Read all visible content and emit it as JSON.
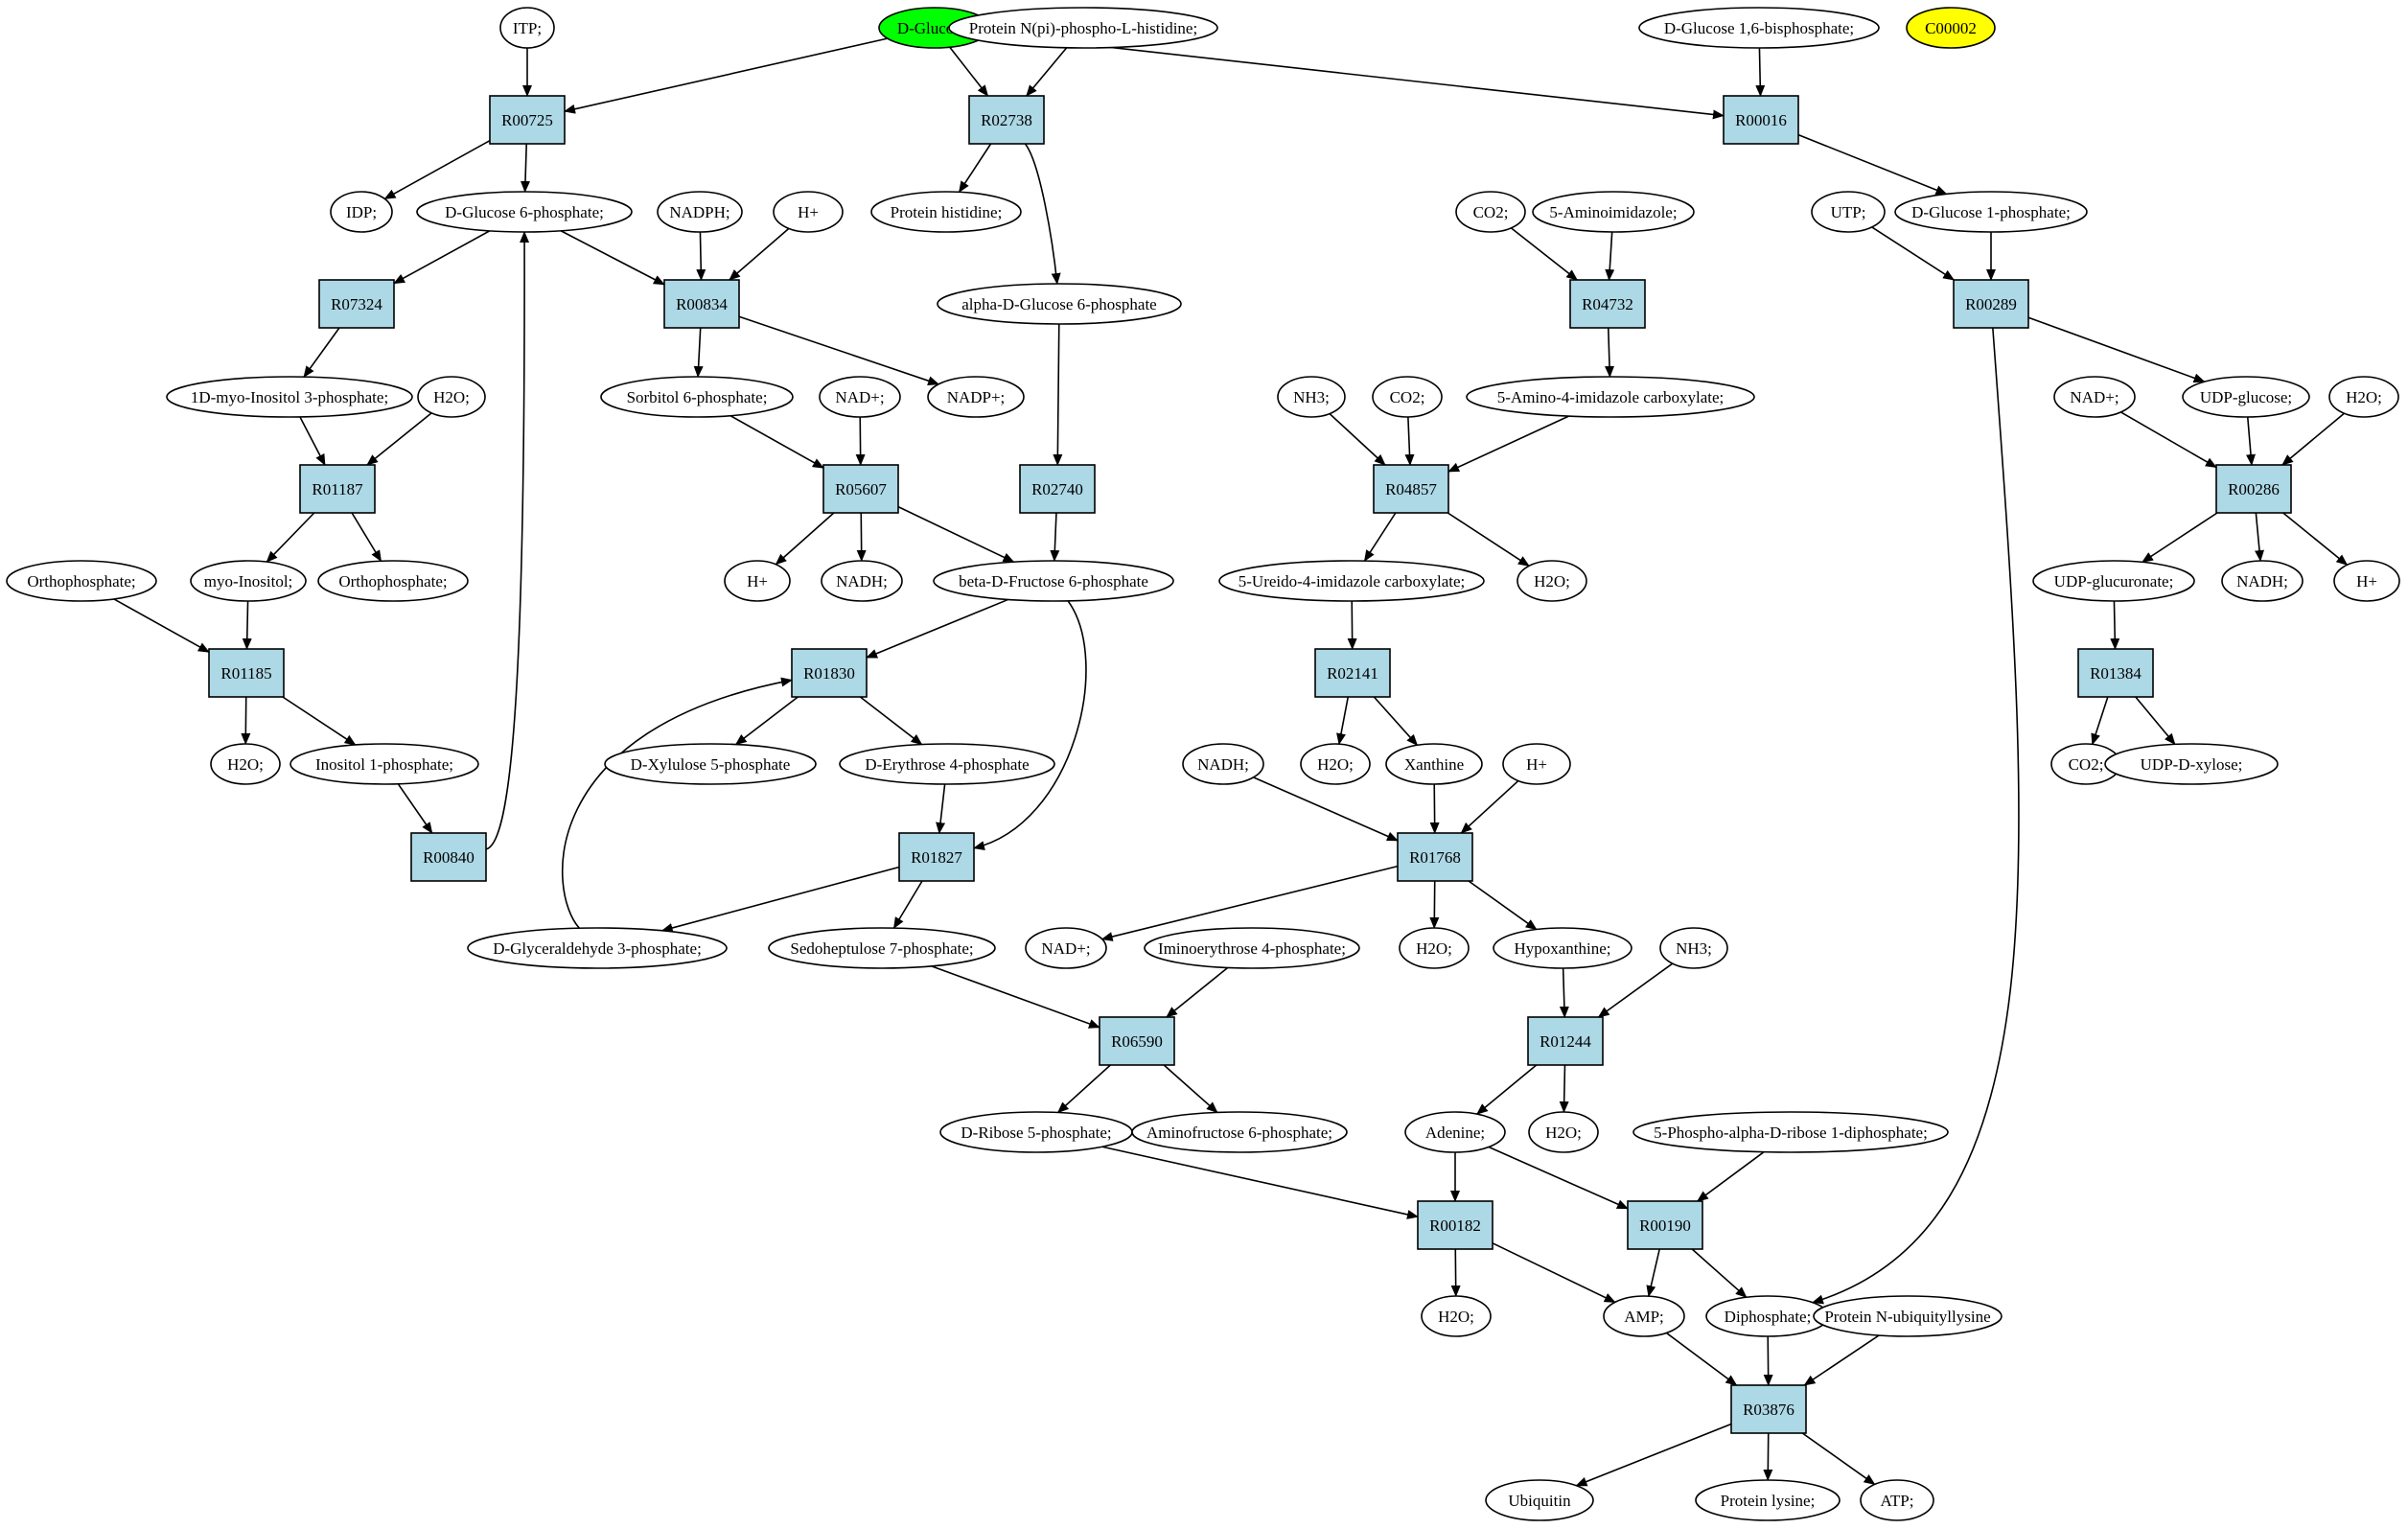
{
  "colors": {
    "reaction_fill": "#add8e6",
    "compound_fill": "#ffffff",
    "start_compound_fill": "#00ff00",
    "highlight_compound_fill": "#ffff00",
    "edge": "#000000"
  },
  "compounds": [
    {
      "id": "itp",
      "label": "ITP;"
    },
    {
      "id": "glc",
      "label": "D-Glucose;",
      "highlight": "start"
    },
    {
      "id": "pnph",
      "label": "Protein N(pi)-phospho-L-histidine;"
    },
    {
      "id": "g16bp",
      "label": "D-Glucose 1,6-bisphosphate;"
    },
    {
      "id": "c00002",
      "label": "C00002",
      "highlight": "query"
    },
    {
      "id": "idp",
      "label": "IDP;"
    },
    {
      "id": "g6p",
      "label": "D-Glucose 6-phosphate;"
    },
    {
      "id": "nadph",
      "label": "NADPH;"
    },
    {
      "id": "h1",
      "label": "H+"
    },
    {
      "id": "phis",
      "label": "Protein histidine;"
    },
    {
      "id": "co2a",
      "label": "CO2;"
    },
    {
      "id": "aminoimid",
      "label": "5-Aminoimidazole;"
    },
    {
      "id": "utp",
      "label": "UTP;"
    },
    {
      "id": "g1p",
      "label": "D-Glucose 1-phosphate;"
    },
    {
      "id": "ag6p",
      "label": "alpha-D-Glucose 6-phosphate"
    },
    {
      "id": "mi3p",
      "label": "1D-myo-Inositol 3-phosphate;"
    },
    {
      "id": "h2o1",
      "label": "H2O;"
    },
    {
      "id": "s6p",
      "label": "Sorbitol 6-phosphate;"
    },
    {
      "id": "nad1",
      "label": "NAD+;"
    },
    {
      "id": "nadp",
      "label": "NADP+;"
    },
    {
      "id": "nh3a",
      "label": "NH3;"
    },
    {
      "id": "co2b",
      "label": "CO2;"
    },
    {
      "id": "aic",
      "label": "5-Amino-4-imidazole carboxylate;"
    },
    {
      "id": "nad2",
      "label": "NAD+;"
    },
    {
      "id": "udpg",
      "label": "UDP-glucose;"
    },
    {
      "id": "h2o2",
      "label": "H2O;"
    },
    {
      "id": "ortho1",
      "label": "Orthophosphate;"
    },
    {
      "id": "myoino",
      "label": "myo-Inositol;"
    },
    {
      "id": "ortho2",
      "label": "Orthophosphate;"
    },
    {
      "id": "h2",
      "label": "H+"
    },
    {
      "id": "nadh1",
      "label": "NADH;"
    },
    {
      "id": "bf6p",
      "label": "beta-D-Fructose 6-phosphate"
    },
    {
      "id": "uic",
      "label": "5-Ureido-4-imidazole carboxylate;"
    },
    {
      "id": "h2o3",
      "label": "H2O;"
    },
    {
      "id": "udpgluc",
      "label": "UDP-glucuronate;"
    },
    {
      "id": "nadh2",
      "label": "NADH;"
    },
    {
      "id": "h3",
      "label": "H+"
    },
    {
      "id": "h2o4",
      "label": "H2O;"
    },
    {
      "id": "i1p",
      "label": "Inositol 1-phosphate;"
    },
    {
      "id": "xu5p",
      "label": "D-Xylulose 5-phosphate"
    },
    {
      "id": "e4p",
      "label": "D-Erythrose 4-phosphate"
    },
    {
      "id": "nadh3",
      "label": "NADH;"
    },
    {
      "id": "h2o5",
      "label": "H2O;"
    },
    {
      "id": "xanthine",
      "label": "Xanthine"
    },
    {
      "id": "h4",
      "label": "H+"
    },
    {
      "id": "co2c",
      "label": "CO2;"
    },
    {
      "id": "udpxyl",
      "label": "UDP-D-xylose;"
    },
    {
      "id": "gap",
      "label": "D-Glyceraldehyde 3-phosphate;"
    },
    {
      "id": "s7p",
      "label": "Sedoheptulose 7-phosphate;"
    },
    {
      "id": "nad3",
      "label": "NAD+;"
    },
    {
      "id": "ie4p",
      "label": "Iminoerythrose 4-phosphate;"
    },
    {
      "id": "h2o6",
      "label": "H2O;"
    },
    {
      "id": "hypox",
      "label": "Hypoxanthine;"
    },
    {
      "id": "nh3b",
      "label": "NH3;"
    },
    {
      "id": "r5p",
      "label": "D-Ribose 5-phosphate;"
    },
    {
      "id": "af6p",
      "label": "Aminofructose 6-phosphate;"
    },
    {
      "id": "adenine",
      "label": "Adenine;"
    },
    {
      "id": "h2o7",
      "label": "H2O;"
    },
    {
      "id": "prpp",
      "label": "5-Phospho-alpha-D-ribose 1-diphosphate;"
    },
    {
      "id": "h2o8",
      "label": "H2O;"
    },
    {
      "id": "amp",
      "label": "AMP;"
    },
    {
      "id": "ppi",
      "label": "Diphosphate;"
    },
    {
      "id": "pnub",
      "label": "Protein N-ubiquityllysine"
    },
    {
      "id": "ubiq",
      "label": "Ubiquitin"
    },
    {
      "id": "plys",
      "label": "Protein lysine;"
    },
    {
      "id": "atp",
      "label": "ATP;"
    }
  ],
  "reactions": [
    {
      "id": "R00725",
      "label": "R00725"
    },
    {
      "id": "R02738",
      "label": "R02738"
    },
    {
      "id": "R00016",
      "label": "R00016"
    },
    {
      "id": "R07324",
      "label": "R07324"
    },
    {
      "id": "R00834",
      "label": "R00834"
    },
    {
      "id": "R04732",
      "label": "R04732"
    },
    {
      "id": "R00289",
      "label": "R00289"
    },
    {
      "id": "R01187",
      "label": "R01187"
    },
    {
      "id": "R05607",
      "label": "R05607"
    },
    {
      "id": "R02740",
      "label": "R02740"
    },
    {
      "id": "R04857",
      "label": "R04857"
    },
    {
      "id": "R00286",
      "label": "R00286"
    },
    {
      "id": "R01185",
      "label": "R01185"
    },
    {
      "id": "R01830",
      "label": "R01830"
    },
    {
      "id": "R02141",
      "label": "R02141"
    },
    {
      "id": "R01384",
      "label": "R01384"
    },
    {
      "id": "R00840",
      "label": "R00840"
    },
    {
      "id": "R01827",
      "label": "R01827"
    },
    {
      "id": "R01768",
      "label": "R01768"
    },
    {
      "id": "R06590",
      "label": "R06590"
    },
    {
      "id": "R01244",
      "label": "R01244"
    },
    {
      "id": "R00182",
      "label": "R00182"
    },
    {
      "id": "R00190",
      "label": "R00190"
    },
    {
      "id": "R03876",
      "label": "R03876"
    }
  ],
  "edges": [
    [
      "itp",
      "R00725"
    ],
    [
      "glc",
      "R00725"
    ],
    [
      "R00725",
      "idp"
    ],
    [
      "R00725",
      "g6p"
    ],
    [
      "glc",
      "R02738"
    ],
    [
      "pnph",
      "R02738"
    ],
    [
      "R02738",
      "phis"
    ],
    [
      "R02738",
      "ag6p"
    ],
    [
      "glc",
      "R00016"
    ],
    [
      "g16bp",
      "R00016"
    ],
    [
      "R00016",
      "g1p"
    ],
    [
      "g6p",
      "R07324"
    ],
    [
      "R07324",
      "mi3p"
    ],
    [
      "g6p",
      "R00834"
    ],
    [
      "nadph",
      "R00834"
    ],
    [
      "h1",
      "R00834"
    ],
    [
      "R00834",
      "s6p"
    ],
    [
      "R00834",
      "nadp"
    ],
    [
      "co2a",
      "R04732"
    ],
    [
      "aminoimid",
      "R04732"
    ],
    [
      "R04732",
      "aic"
    ],
    [
      "utp",
      "R00289"
    ],
    [
      "g1p",
      "R00289"
    ],
    [
      "R00289",
      "udpg"
    ],
    [
      "R00289",
      "ppi"
    ],
    [
      "mi3p",
      "R01187"
    ],
    [
      "h2o1",
      "R01187"
    ],
    [
      "R01187",
      "myoino"
    ],
    [
      "R01187",
      "ortho2"
    ],
    [
      "s6p",
      "R05607"
    ],
    [
      "nad1",
      "R05607"
    ],
    [
      "R05607",
      "h2"
    ],
    [
      "R05607",
      "nadh1"
    ],
    [
      "R05607",
      "bf6p"
    ],
    [
      "ag6p",
      "R02740"
    ],
    [
      "R02740",
      "bf6p"
    ],
    [
      "nh3a",
      "R04857"
    ],
    [
      "co2b",
      "R04857"
    ],
    [
      "aic",
      "R04857"
    ],
    [
      "R04857",
      "uic"
    ],
    [
      "R04857",
      "h2o3"
    ],
    [
      "nad2",
      "R00286"
    ],
    [
      "udpg",
      "R00286"
    ],
    [
      "h2o2",
      "R00286"
    ],
    [
      "R00286",
      "udpgluc"
    ],
    [
      "R00286",
      "nadh2"
    ],
    [
      "R00286",
      "h3"
    ],
    [
      "ortho1",
      "R01185"
    ],
    [
      "myoino",
      "R01185"
    ],
    [
      "R01185",
      "h2o4"
    ],
    [
      "R01185",
      "i1p"
    ],
    [
      "bf6p",
      "R01830"
    ],
    [
      "gap",
      "R01830"
    ],
    [
      "R01830",
      "xu5p"
    ],
    [
      "R01830",
      "e4p"
    ],
    [
      "uic",
      "R02141"
    ],
    [
      "R02141",
      "h2o5"
    ],
    [
      "R02141",
      "xanthine"
    ],
    [
      "udpgluc",
      "R01384"
    ],
    [
      "R01384",
      "co2c"
    ],
    [
      "R01384",
      "udpxyl"
    ],
    [
      "i1p",
      "R00840"
    ],
    [
      "R00840",
      "g6p"
    ],
    [
      "e4p",
      "R01827"
    ],
    [
      "bf6p",
      "R01827"
    ],
    [
      "R01827",
      "gap"
    ],
    [
      "R01827",
      "s7p"
    ],
    [
      "nadh3",
      "R01768"
    ],
    [
      "xanthine",
      "R01768"
    ],
    [
      "h4",
      "R01768"
    ],
    [
      "R01768",
      "nad3"
    ],
    [
      "R01768",
      "h2o6"
    ],
    [
      "R01768",
      "hypox"
    ],
    [
      "s7p",
      "R06590"
    ],
    [
      "ie4p",
      "R06590"
    ],
    [
      "R06590",
      "r5p"
    ],
    [
      "R06590",
      "af6p"
    ],
    [
      "hypox",
      "R01244"
    ],
    [
      "nh3b",
      "R01244"
    ],
    [
      "R01244",
      "adenine"
    ],
    [
      "R01244",
      "h2o7"
    ],
    [
      "adenine",
      "R00182"
    ],
    [
      "r5p",
      "R00182"
    ],
    [
      "R00182",
      "h2o8"
    ],
    [
      "R00182",
      "amp"
    ],
    [
      "adenine",
      "R00190"
    ],
    [
      "prpp",
      "R00190"
    ],
    [
      "R00190",
      "amp"
    ],
    [
      "R00190",
      "ppi"
    ],
    [
      "amp",
      "R03876"
    ],
    [
      "ppi",
      "R03876"
    ],
    [
      "pnub",
      "R03876"
    ],
    [
      "R03876",
      "ubiq"
    ],
    [
      "R03876",
      "plys"
    ],
    [
      "R03876",
      "atp"
    ]
  ]
}
